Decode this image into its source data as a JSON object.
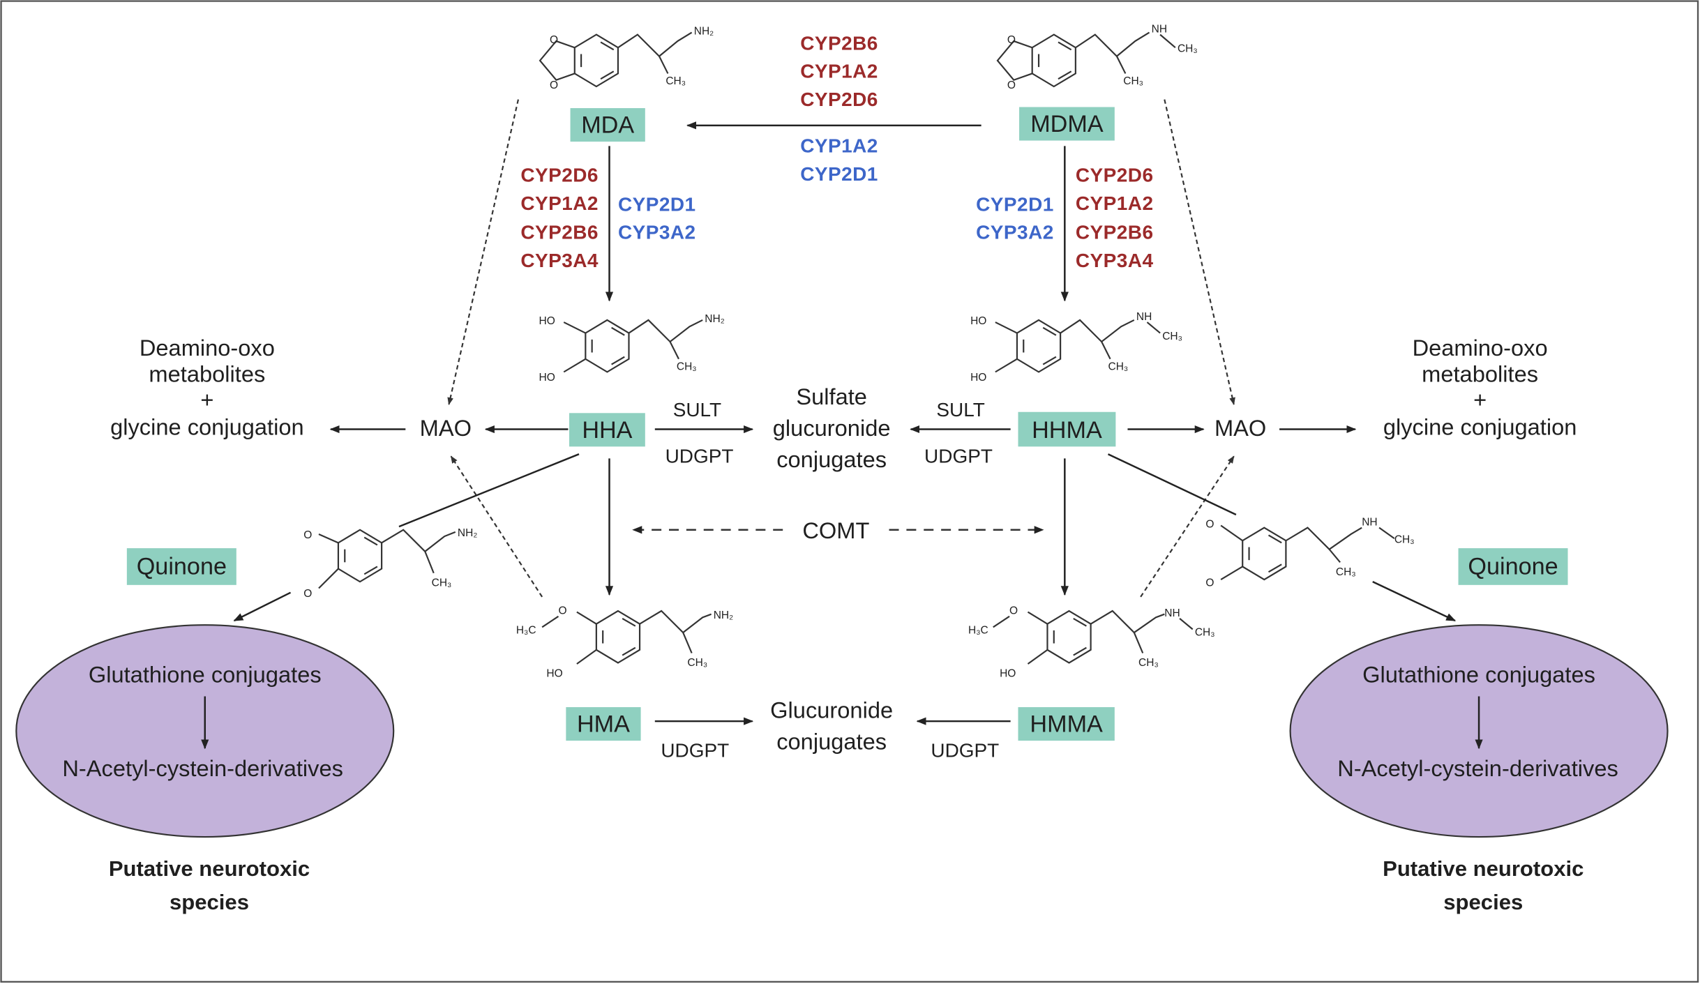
{
  "compounds": {
    "mda": "MDA",
    "mdma": "MDMA",
    "hha": "HHA",
    "hhma": "HHMA",
    "hma": "HMA",
    "hmma": "HMMA",
    "quinone_left": "Quinone",
    "quinone_right": "Quinone"
  },
  "enzymes": {
    "top_red": [
      "CYP2B6",
      "CYP1A2",
      "CYP2D6"
    ],
    "top_blue": [
      "CYP1A2",
      "CYP2D1"
    ],
    "mda_red": [
      "CYP2D6",
      "CYP1A2",
      "CYP2B6",
      "CYP3A4"
    ],
    "mda_blue": [
      "CYP2D1",
      "CYP3A2"
    ],
    "mdma_red": [
      "CYP2D6",
      "CYP1A2",
      "CYP2B6",
      "CYP3A4"
    ],
    "mdma_blue": [
      "CYP2D1",
      "CYP3A2"
    ],
    "mao_left": "MAO",
    "mao_right": "MAO",
    "sult_left": "SULT",
    "udgpt_left": "UDGPT",
    "sult_right": "SULT",
    "udgpt_right": "UDGPT",
    "comt": "COMT",
    "udgpt_hma": "UDGPT",
    "udgpt_hmma": "UDGPT"
  },
  "products": {
    "deamino_left": [
      "Deamino-oxo",
      "metabolites",
      "+",
      "glycine conjugation"
    ],
    "deamino_right": [
      "Deamino-oxo",
      "metabolites",
      "+",
      "glycine conjugation"
    ],
    "sulfate": [
      "Sulfate",
      "glucuronide",
      "conjugates"
    ],
    "glucuronide": [
      "Glucuronide",
      "conjugates"
    ],
    "glutathione_left": "Glutathione conjugates",
    "nac_left": "N-Acetyl-cystein-derivatives",
    "glutathione_right": "Glutathione conjugates",
    "nac_right": "N-Acetyl-cystein-derivatives",
    "neurotoxic_left": [
      "Putative neurotoxic",
      "species"
    ],
    "neurotoxic_right": [
      "Putative neurotoxic",
      "species"
    ]
  },
  "atoms": {
    "nh2": "NH₂",
    "nh": "NH",
    "ch3": "CH₃",
    "ho": "HO",
    "h3c": "H₃C",
    "o": "O"
  },
  "colors": {
    "box": "#8fd0c0",
    "ellipse": "#c3b2da",
    "enzyme_red": "#9b2a2a",
    "enzyme_blue": "#3d66c9"
  }
}
